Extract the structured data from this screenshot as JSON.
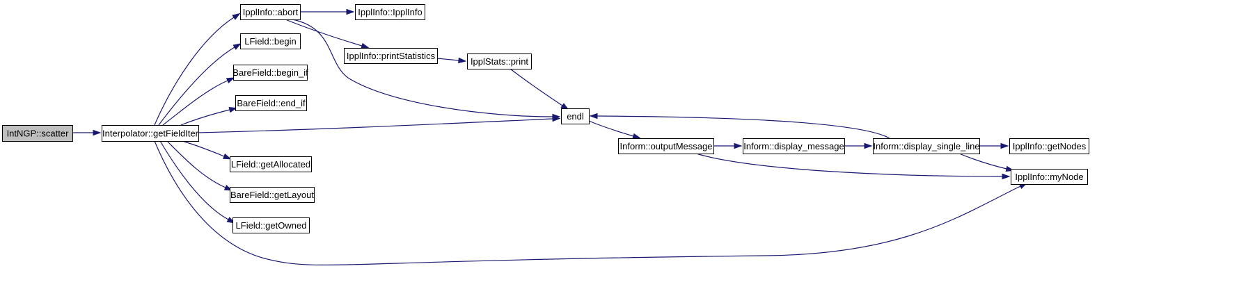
{
  "graph": {
    "colors": {
      "node_fill": "#ffffff",
      "root_fill": "#bfbfbf",
      "node_border": "#000000",
      "edge": "#191970"
    },
    "root": "IntNGP::scatter",
    "nodes": [
      {
        "id": "scatter",
        "label": "IntNGP::scatter",
        "root": true
      },
      {
        "id": "getFieldIter",
        "label": "Interpolator::getFieldIter"
      },
      {
        "id": "abort",
        "label": "IpplInfo::abort"
      },
      {
        "id": "ipplinfo",
        "label": "IpplInfo::IpplInfo"
      },
      {
        "id": "begin",
        "label": "LField::begin"
      },
      {
        "id": "begin_if",
        "label": "BareField::begin_if"
      },
      {
        "id": "end_if",
        "label": "BareField::end_if"
      },
      {
        "id": "printStatistics",
        "label": "IpplInfo::printStatistics"
      },
      {
        "id": "statsprint",
        "label": "IpplStats::print"
      },
      {
        "id": "endl",
        "label": "endl"
      },
      {
        "id": "getAllocated",
        "label": "LField::getAllocated"
      },
      {
        "id": "getLayout",
        "label": "BareField::getLayout"
      },
      {
        "id": "getOwned",
        "label": "LField::getOwned"
      },
      {
        "id": "outputMessage",
        "label": "Inform::outputMessage"
      },
      {
        "id": "display_message",
        "label": "Inform::display_message"
      },
      {
        "id": "display_single_line",
        "label": "Inform::display_single_line"
      },
      {
        "id": "getNodes",
        "label": "IpplInfo::getNodes"
      },
      {
        "id": "myNode",
        "label": "IpplInfo::myNode"
      }
    ],
    "edges": [
      {
        "from": "scatter",
        "to": "getFieldIter"
      },
      {
        "from": "getFieldIter",
        "to": "abort"
      },
      {
        "from": "getFieldIter",
        "to": "begin"
      },
      {
        "from": "getFieldIter",
        "to": "begin_if"
      },
      {
        "from": "getFieldIter",
        "to": "end_if"
      },
      {
        "from": "getFieldIter",
        "to": "endl"
      },
      {
        "from": "getFieldIter",
        "to": "getAllocated"
      },
      {
        "from": "getFieldIter",
        "to": "getLayout"
      },
      {
        "from": "getFieldIter",
        "to": "getOwned"
      },
      {
        "from": "getFieldIter",
        "to": "myNode"
      },
      {
        "from": "abort",
        "to": "ipplinfo"
      },
      {
        "from": "abort",
        "to": "printStatistics"
      },
      {
        "from": "abort",
        "to": "endl"
      },
      {
        "from": "printStatistics",
        "to": "statsprint"
      },
      {
        "from": "statsprint",
        "to": "endl"
      },
      {
        "from": "endl",
        "to": "outputMessage"
      },
      {
        "from": "outputMessage",
        "to": "display_message"
      },
      {
        "from": "outputMessage",
        "to": "myNode"
      },
      {
        "from": "display_message",
        "to": "display_single_line"
      },
      {
        "from": "display_single_line",
        "to": "endl"
      },
      {
        "from": "display_single_line",
        "to": "getNodes"
      },
      {
        "from": "display_single_line",
        "to": "myNode"
      }
    ]
  }
}
